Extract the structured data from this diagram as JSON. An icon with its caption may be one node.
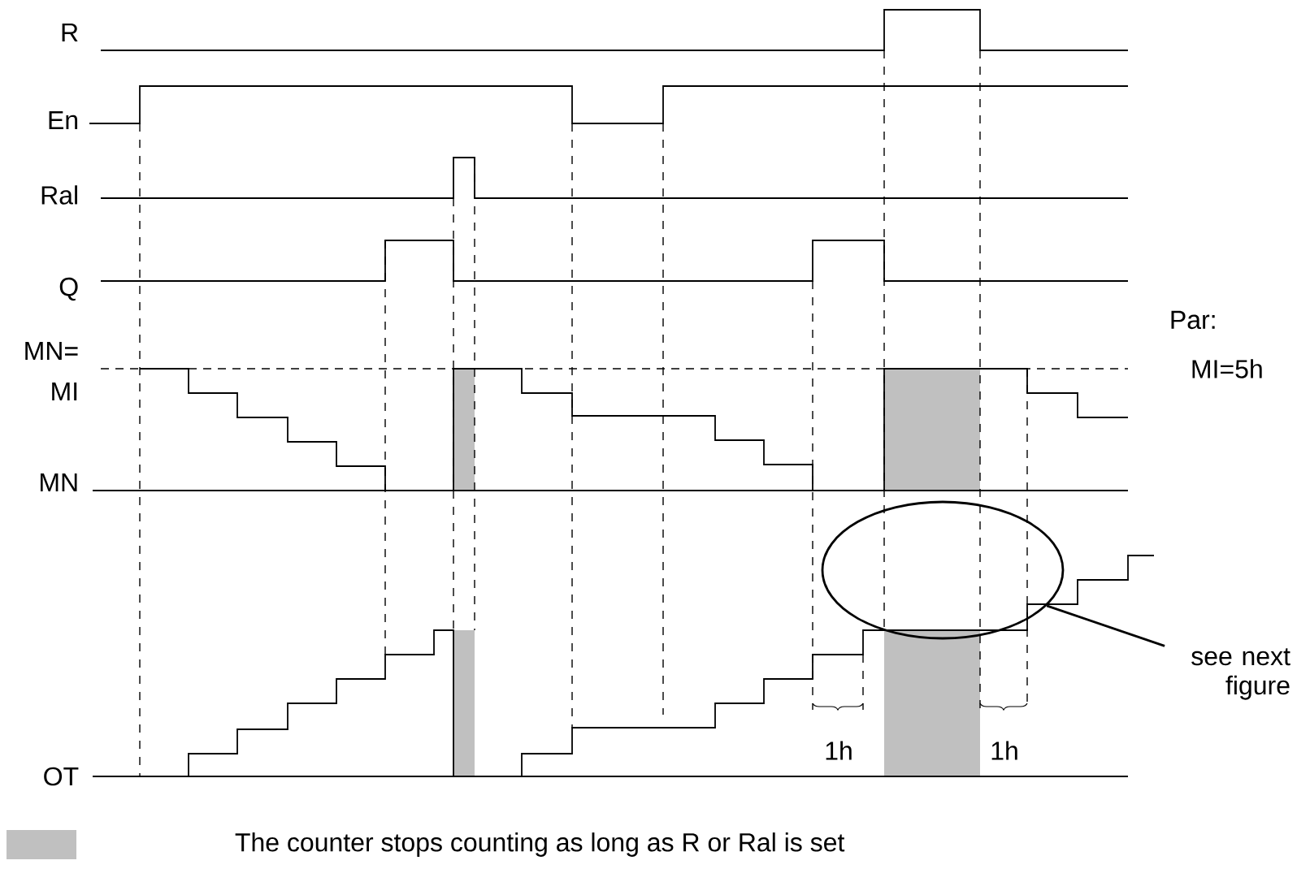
{
  "diagram": {
    "nodes": [
      {
        "text": [
          "see next figure"
        ]
      },
      {
        "text": [],
        "shape": "ellipse"
      }
    ],
    "edges": [
      {
        "from": 0,
        "to": 1,
        "arrow": "none"
      }
    ],
    "labels": [
      "R",
      "En",
      "Ral",
      "Q",
      "Par:",
      "MN=",
      "MI=5h",
      "MI",
      "MN",
      "1h",
      "1h",
      "OT"
    ],
    "legend": [
      {
        "text": "The counter stops counting as long as R or Ral is set",
        "color": "#c0c0c0"
      }
    ]
  }
}
